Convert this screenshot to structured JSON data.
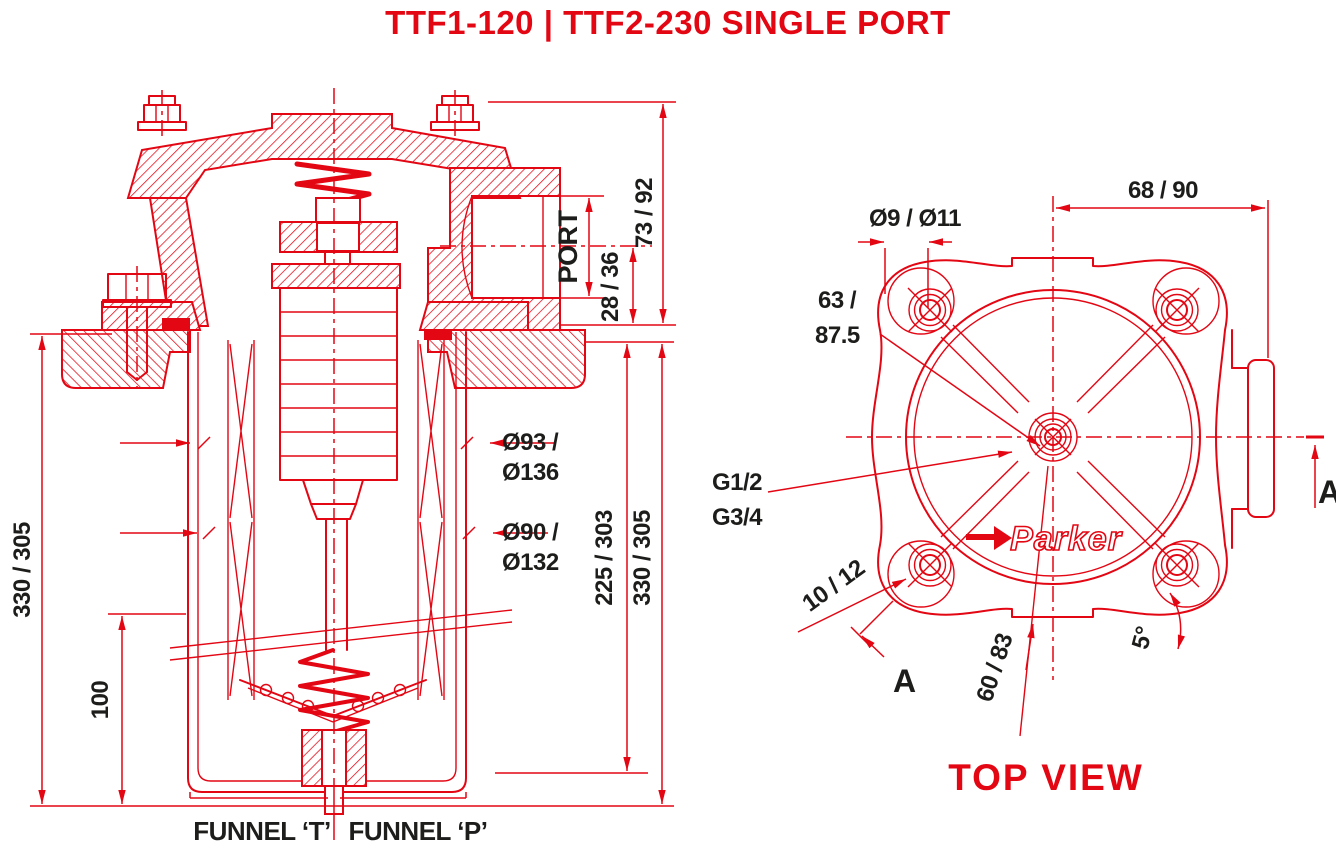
{
  "title": "TTF1-120 | TTF2-230 SINGLE PORT",
  "colors": {
    "drawing_red": "#e30613",
    "dimension_black": "#1d1d1b",
    "background": "#ffffff"
  },
  "section_view": {
    "labels": {
      "port": "PORT",
      "funnel_t": "FUNNEL ‘T’",
      "funnel_p": "FUNNEL ‘P’"
    },
    "dimensions": {
      "overall_height_left": "330 / 305",
      "funnel_height": "100",
      "top_to_flange": "73 / 92",
      "port_center_to_flange": "28 / 36",
      "flange_to_bowl_inner": "225 / 303",
      "overall_height_right": "330 / 305",
      "element_od_line1": "Ø93 /",
      "element_od_line2": "Ø136",
      "bowl_id_line1": "Ø90 /",
      "bowl_id_line2": "Ø132"
    }
  },
  "top_view": {
    "label": "TOP VIEW",
    "logo": "Parker",
    "section_marker": "A",
    "dimensions": {
      "port_offset": "68 / 90",
      "bolt_hole_dia": "Ø9 / Ø11",
      "bolt_circle_line1": "63 /",
      "bolt_circle_line2": "87.5",
      "thread_line1": "G1/2",
      "thread_line2": "G3/4",
      "corner_offset": "10 / 12",
      "center_to_edge": "60 / 83",
      "draft_angle": "5°"
    }
  }
}
